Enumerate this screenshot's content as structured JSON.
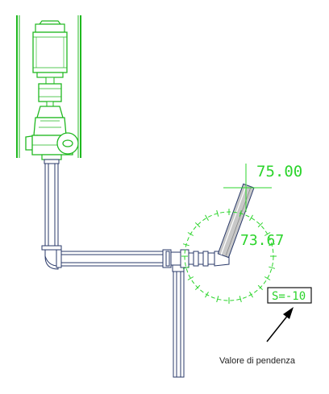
{
  "dimension": {
    "value_top": "75.00",
    "value_arc": "73.67"
  },
  "slope_label": "S=-10",
  "callout": {
    "text": "Valore di pendenza"
  },
  "colors": {
    "pipe_outline": "#2a3a6a",
    "cad_green": "#2bd42b",
    "callout_arrow": "#000000"
  }
}
